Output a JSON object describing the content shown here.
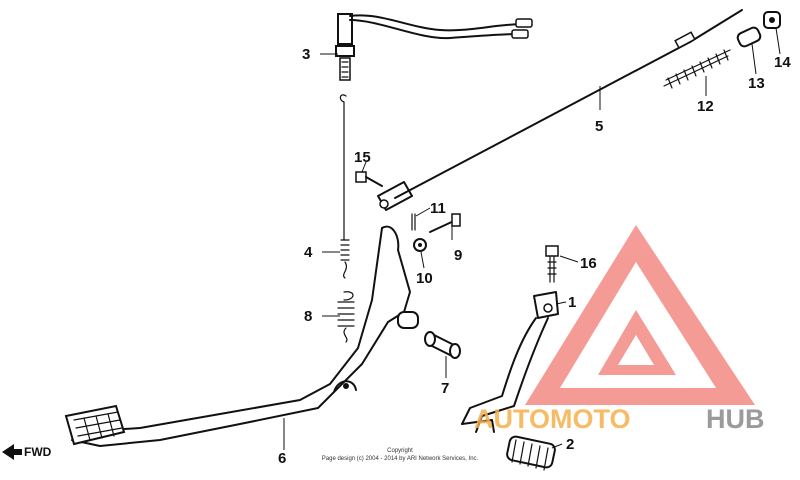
{
  "callouts": [
    "1",
    "2",
    "3",
    "4",
    "5",
    "6",
    "7",
    "8",
    "9",
    "10",
    "11",
    "12",
    "13",
    "14",
    "15",
    "16"
  ],
  "direction_label": "FWD",
  "copyright": {
    "line1": "Copyright",
    "line2": "Page design (c) 2004 - 2014 by ARI Network Services, Inc."
  },
  "watermark": {
    "part1": "AUTOMOTO",
    "part2": "HUB",
    "color_primary": "#f05a50",
    "color_secondary": "#f5b04a",
    "color_dark": "#8a8a8a"
  }
}
